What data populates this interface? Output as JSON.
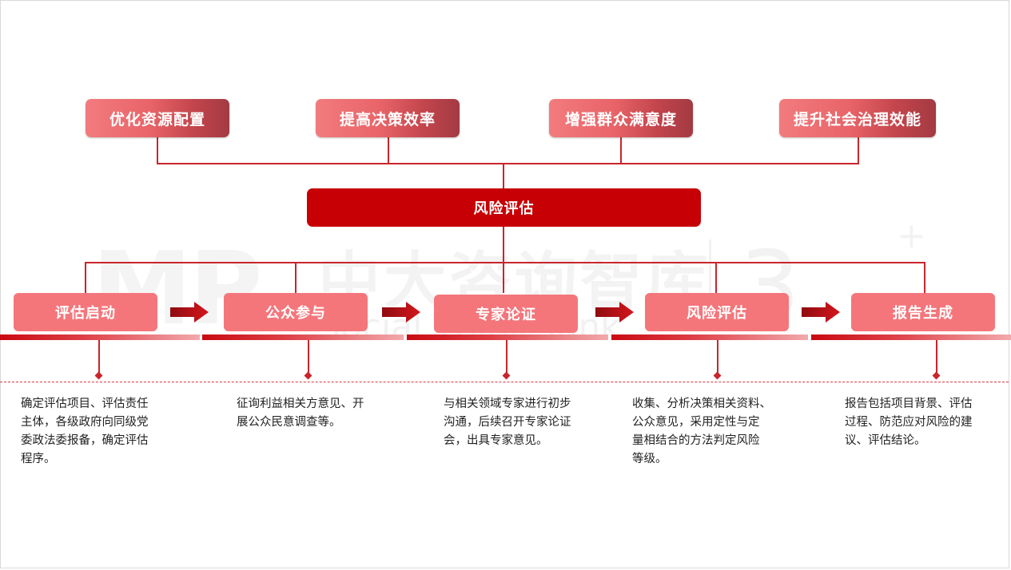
{
  "watermark": {
    "logo": "MP",
    "cn": "中大咨询智库",
    "en": "Social Think Tank",
    "mark": "3",
    "plus": "+"
  },
  "goals": [
    "优化资源配置",
    "提高决策效率",
    "增强群众满意度",
    "提升社会治理效能"
  ],
  "center": "风险评估",
  "steps": [
    "评估启动",
    "公众参与",
    "专家论证",
    "风险评估",
    "报告生成"
  ],
  "descriptions": [
    [
      "确定评估项目、评估责任",
      "主体，各级政府向同级党",
      "委政法委报备，确定评估",
      "程序。"
    ],
    [
      "征询利益相关方意见、开",
      "展公众民意调查等。"
    ],
    [
      "与相关领域专家进行初步",
      "沟通，后续召开专家论证",
      "会，出具专家意见。"
    ],
    [
      "收集、分析决策相关资料、",
      "公众意见，采用定性与定",
      "量相结合的方法判定风险",
      "等级。"
    ],
    [
      "报告包括项目背景、评估",
      "过程、防范应对风险的建",
      "议、评估结论。"
    ]
  ],
  "colors": {
    "accent": "#c60004",
    "step": "#f4767b",
    "line": "#c9252c"
  }
}
